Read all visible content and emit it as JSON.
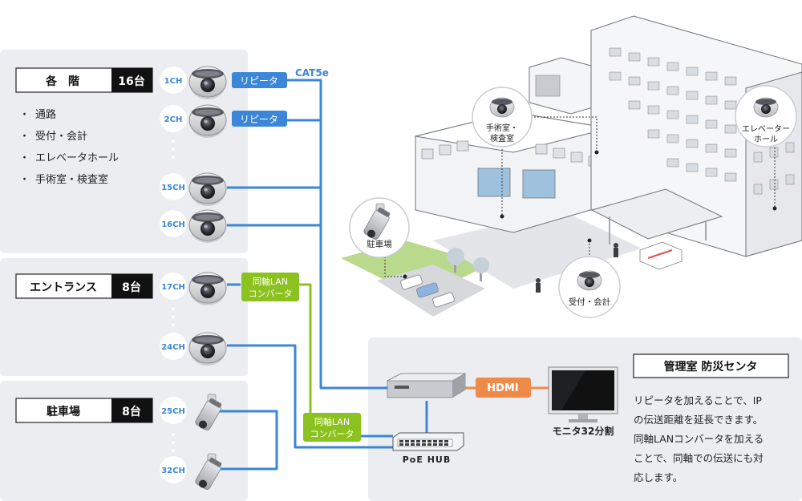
{
  "groups": {
    "floors": {
      "name": "各　階",
      "count": "16台",
      "locations": [
        "通路",
        "受付・会計",
        "エレベータホール",
        "手術室・検査室"
      ],
      "channels": [
        "1CH",
        "2CH",
        "15CH",
        "16CH"
      ]
    },
    "entrance": {
      "name": "エントランス",
      "count": "8台",
      "channels": [
        "17CH",
        "24CH"
      ]
    },
    "parking": {
      "name": "駐車場",
      "count": "8台",
      "channels": [
        "25CH",
        "32CH"
      ]
    }
  },
  "devices": {
    "repeater_label": "リピータ",
    "cable_label": "CAT5e",
    "converter_line1": "同軸LAN",
    "converter_line2": "コンバータ",
    "hdmi_label": "HDMI",
    "monitor_label": "モニタ32分割",
    "hub_label": "PoE HUB"
  },
  "control_room": {
    "title": "管理室 防災センタ",
    "description": [
      "リピータを加えることで、IP",
      "の伝送距離を延長できます。",
      "同軸LANコンバータを加える",
      "ことで、同軸での伝送にも対",
      "応します。"
    ]
  },
  "building_labels": {
    "surgery_line1": "手術室・",
    "surgery_line2": "検査室",
    "elevator_line1": "エレベーター",
    "elevator_line2": "ホール",
    "parking": "駐車場",
    "reception": "受付・会計"
  },
  "colors": {
    "panel": "#ebedf0",
    "cable_blue": "#3b86d8",
    "cable_green": "#8cc21f",
    "hdmi_orange": "#f08a4b",
    "label_dark": "#111111",
    "channel_text": "#3b86d8"
  }
}
